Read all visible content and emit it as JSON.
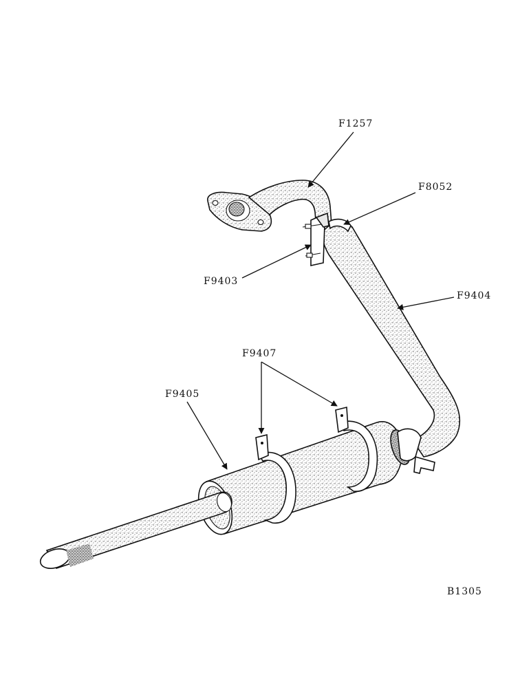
{
  "diagram": {
    "labels": {
      "f1257": "F1257",
      "f8052": "F8052",
      "f9403": "F9403",
      "f9404": "F9404",
      "f9407": "F9407",
      "f9405": "F9405",
      "ref": "B1305"
    },
    "colors": {
      "ink": "#111111",
      "stipple": "#9a9a9a",
      "paper": "#ffffff"
    }
  }
}
